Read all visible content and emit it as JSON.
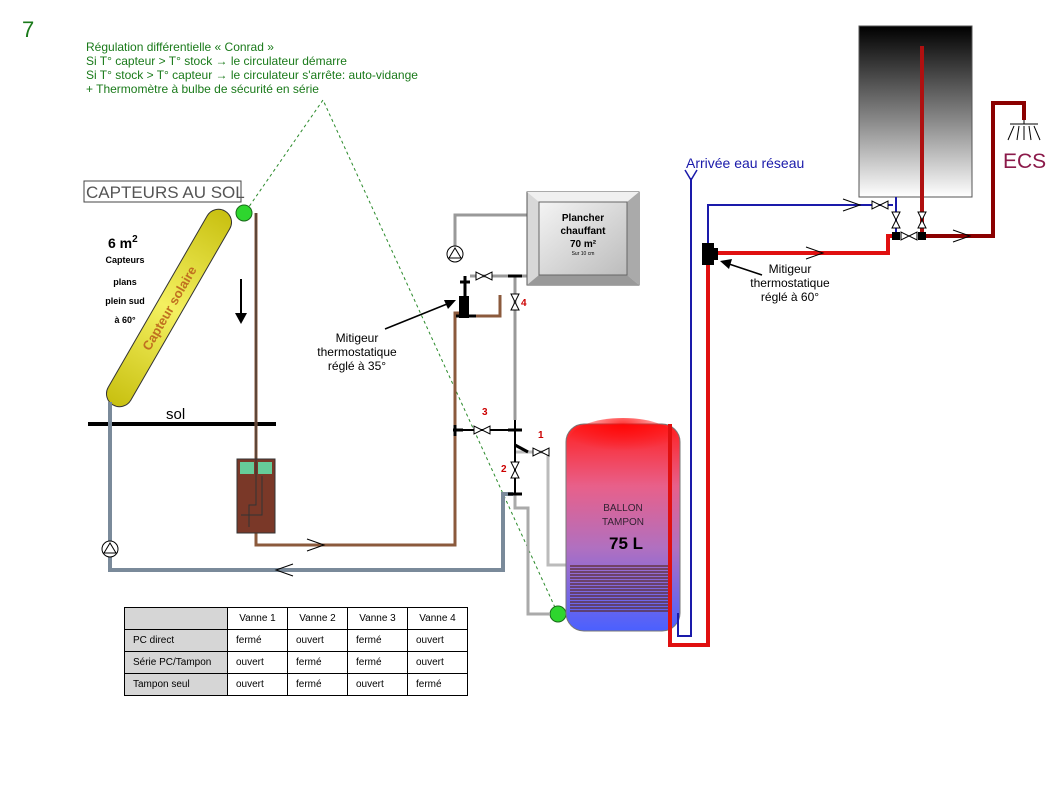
{
  "page_number": "7",
  "regulation": {
    "line1": "Régulation différentielle « Conrad »",
    "line2": "Si T° capteur > T° stock → le circulateur démarre",
    "line3": "Si T° stock > T° capteur → le circulateur s'arrête: auto-vidange",
    "line4": "+ Thermomètre à bulbe de sécurité en série"
  },
  "capteurs": {
    "title": "CAPTEURS AU SOL",
    "area": "6 m",
    "area_sup": "2",
    "desc1": "Capteurs",
    "desc2": "plans",
    "desc3": "plein sud",
    "desc4": "à 60°",
    "panel_label": "Capteur solaire",
    "ground_label": "sol"
  },
  "plancher": {
    "line1": "Plancher",
    "line2": "chauffant",
    "line3": "70 m²",
    "line4": "Sur 10 cm"
  },
  "mitigeur_35": {
    "line1": "Mitigeur",
    "line2": "thermostatique",
    "line3": "réglé à 35°"
  },
  "mitigeur_60": {
    "line1": "Mitigeur",
    "line2": "thermostatique",
    "line3": "réglé à 60°"
  },
  "ballon": {
    "line1": "BALLON",
    "line2": "TAMPON",
    "volume": "75 L"
  },
  "reseau_label": "Arrivée eau réseau",
  "ecs_label": "ECS",
  "valve_numbers": [
    "1",
    "2",
    "3",
    "4"
  ],
  "table": {
    "headers": [
      "",
      "Vanne 1",
      "Vanne 2",
      "Vanne 3",
      "Vanne 4"
    ],
    "rows": [
      {
        "label": "PC direct",
        "values": [
          "fermé",
          "ouvert",
          "fermé",
          "ouvert"
        ]
      },
      {
        "label": "Série PC/Tampon",
        "values": [
          "ouvert",
          "fermé",
          "fermé",
          "ouvert"
        ]
      },
      {
        "label": "Tampon seul",
        "values": [
          "ouvert",
          "fermé",
          "ouvert",
          "fermé"
        ]
      }
    ]
  },
  "colors": {
    "green_text": "#1a7a1a",
    "brown_pipe": "#8b5a3c",
    "grey_pipe": "#7a8a9a",
    "red_pipe": "#e01010",
    "dark_red_pipe": "#8b0000",
    "blue_pipe": "#1a1aaa",
    "ecs_text": "#8b1a4a",
    "panel_yellow": "#e8e020"
  }
}
